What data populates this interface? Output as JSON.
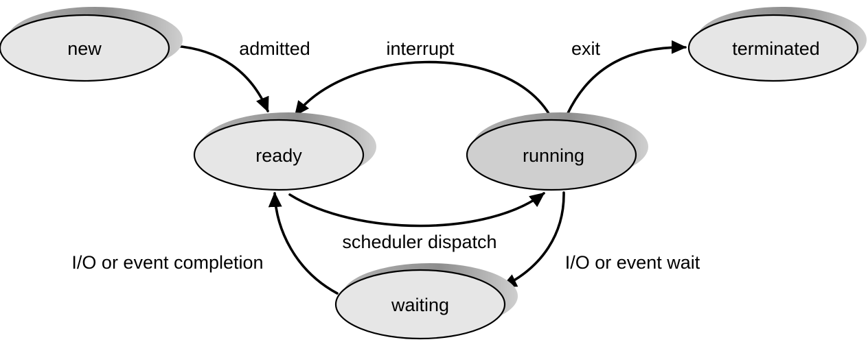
{
  "states": {
    "new": "new",
    "ready": "ready",
    "running": "running",
    "waiting": "waiting",
    "terminated": "terminated"
  },
  "transitions": {
    "admitted": "admitted",
    "interrupt": "interrupt",
    "exit": "exit",
    "scheduler_dispatch": "scheduler dispatch",
    "io_event_completion": "I/O or event completion",
    "io_event_wait": "I/O or event wait"
  },
  "colors": {
    "state_fill": "#e6e6e6",
    "running_fill": "#cfcfcf",
    "shadow": "#999999",
    "line": "#000000"
  }
}
